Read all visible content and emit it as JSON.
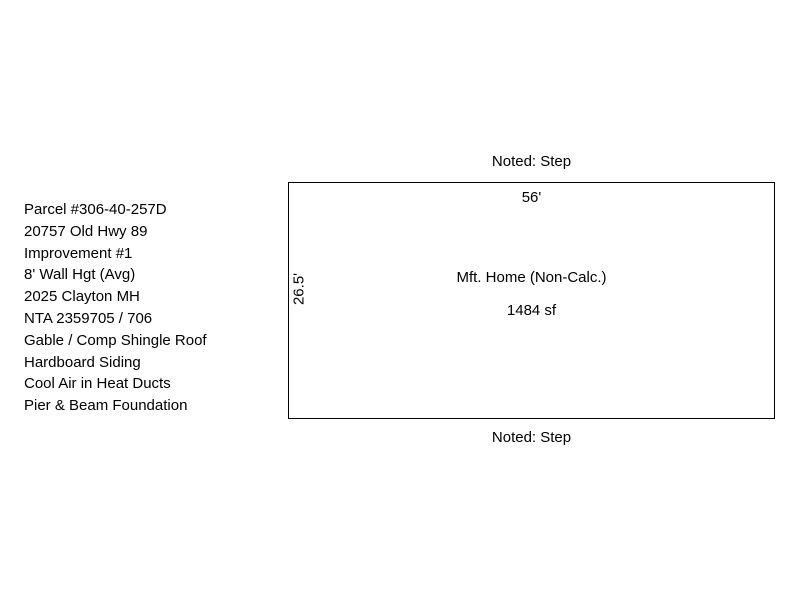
{
  "sketch": {
    "info_lines": [
      "Parcel #306-40-257D",
      "20757 Old Hwy 89",
      "Improvement #1",
      "8' Wall Hgt (Avg)",
      "2025 Clayton MH",
      "NTA 2359705 / 706",
      "Gable / Comp Shingle Roof",
      "Hardboard Siding",
      "Cool Air in Heat Ducts",
      "Pier & Beam Foundation"
    ],
    "building": {
      "top_note": "Noted: Step",
      "bottom_note": "Noted: Step",
      "width_label": "56'",
      "height_label": "26.5'",
      "label": "Mft. Home (Non-Calc.)",
      "area": "1484 sf"
    }
  }
}
